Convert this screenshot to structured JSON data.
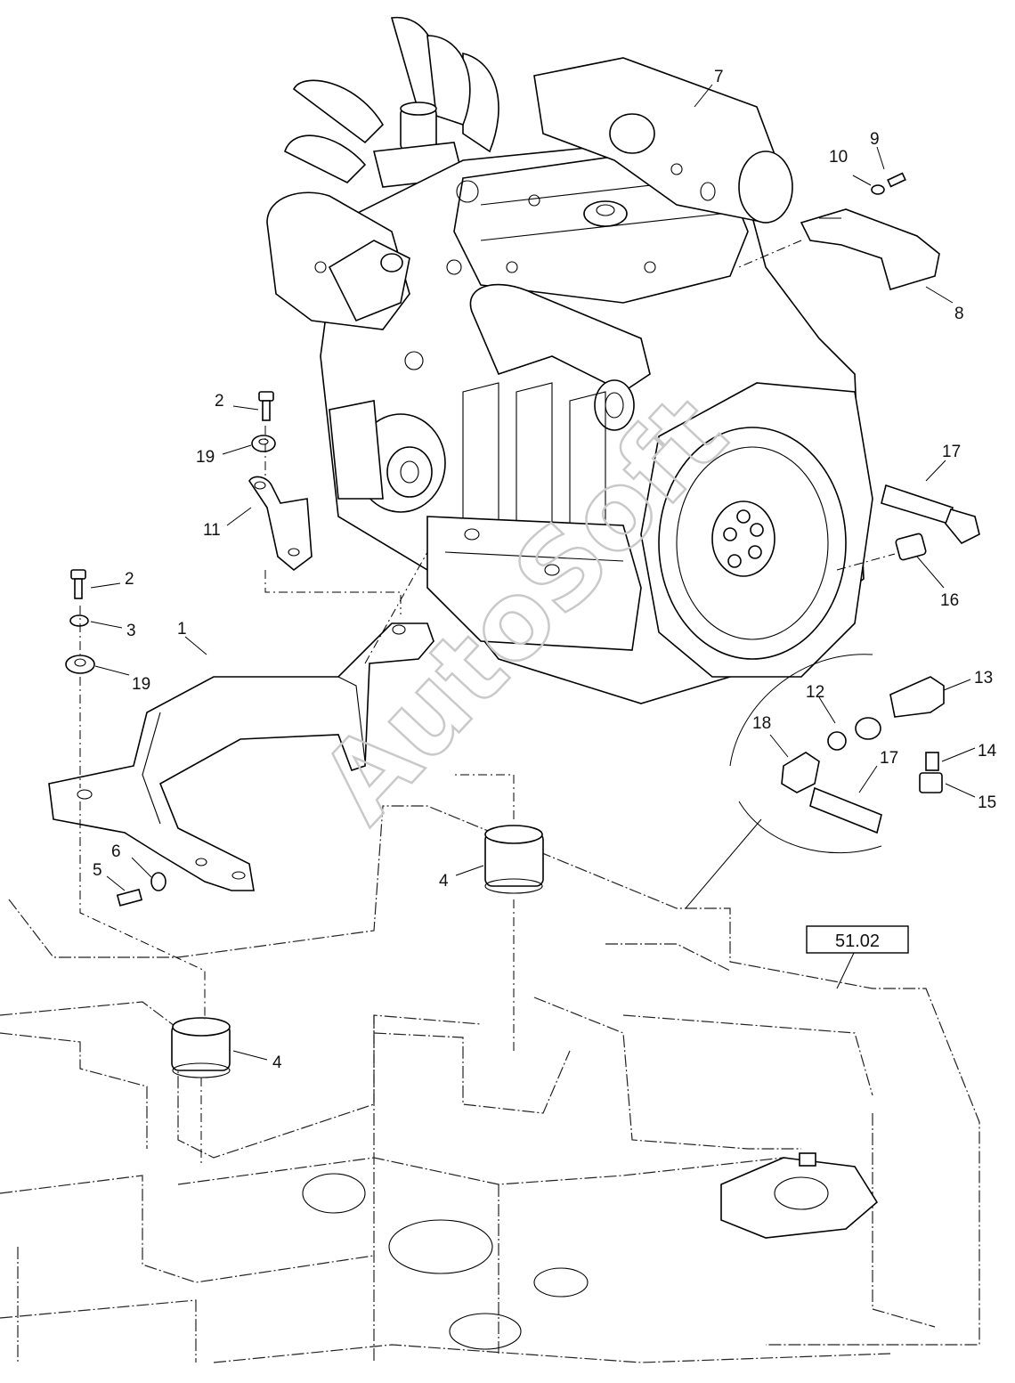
{
  "watermark": "AutoSoft",
  "reference_box": "51.02",
  "callouts": [
    {
      "id": "c-7",
      "text": "7"
    },
    {
      "id": "c-9",
      "text": "9"
    },
    {
      "id": "c-10",
      "text": "10"
    },
    {
      "id": "c-8",
      "text": "8"
    },
    {
      "id": "c-2a",
      "text": "2"
    },
    {
      "id": "c-19a",
      "text": "19"
    },
    {
      "id": "c-11",
      "text": "11"
    },
    {
      "id": "c-17a",
      "text": "17"
    },
    {
      "id": "c-16",
      "text": "16"
    },
    {
      "id": "c-2b",
      "text": "2"
    },
    {
      "id": "c-3",
      "text": "3"
    },
    {
      "id": "c-1",
      "text": "1"
    },
    {
      "id": "c-19b",
      "text": "19"
    },
    {
      "id": "c-13",
      "text": "13"
    },
    {
      "id": "c-12",
      "text": "12"
    },
    {
      "id": "c-18",
      "text": "18"
    },
    {
      "id": "c-14",
      "text": "14"
    },
    {
      "id": "c-17b",
      "text": "17"
    },
    {
      "id": "c-15",
      "text": "15"
    },
    {
      "id": "c-6",
      "text": "6"
    },
    {
      "id": "c-5",
      "text": "5"
    },
    {
      "id": "c-4a",
      "text": "4"
    },
    {
      "id": "c-4b",
      "text": "4"
    }
  ]
}
